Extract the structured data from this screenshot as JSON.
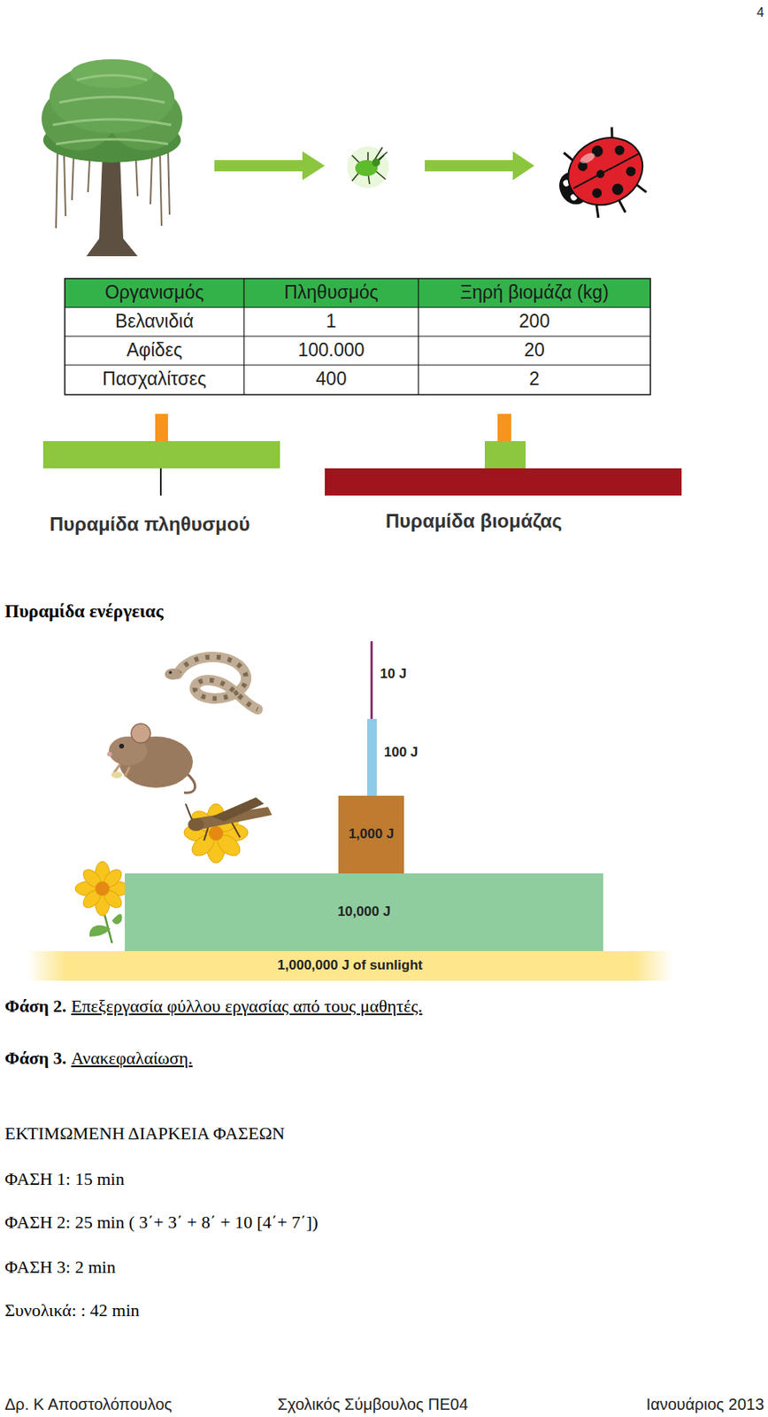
{
  "diagram": {
    "nodes": [
      {
        "text": [
          "10 J"
        ]
      },
      {
        "text": [
          "100 J"
        ]
      },
      {
        "text": [
          "1,000 J"
        ]
      },
      {
        "text": [
          "10,000 J"
        ]
      },
      {
        "text": [
          "1,000,000 J of sunlight"
        ]
      }
    ],
    "labels": [
      "4",
      "Οργανισμός",
      "Πληθυσμός",
      "Ξηρή βιομάζα (kg)",
      "Βελανιδιά",
      "1",
      "200",
      "Αφίδες",
      "100.000",
      "20",
      "Πασχαλίτσες",
      "400",
      "2",
      "Πυραμίδα πληθυσμού",
      "Πυραμίδα βιομάζας",
      "Πυραμίδα ενέργειας",
      "Φάση 2.",
      "Επεξεργασία φύλλου εργασίας από τους μαθητές.",
      "Φάση 3.",
      "Ανακεφαλαίωση.",
      "ΕΚΤΙΜΩΜΕΝΗ ΔΙΑΡΚΕΙΑ ΦΑΣΕΩΝ",
      "ΦΑΣΗ 1: 15 min",
      "ΦΑΣΗ 2: 25 min ( 3΄+ 3΄ + 8΄ + 10 [4΄+ 7΄])",
      "ΦΑΣΗ 3: 2 min",
      "Συνολικά: : 42 min",
      "Δρ. Κ Αποστολόπουλος",
      "Σχολικός Σύμβουλος ΠΕ04",
      "Ιανουάριος 2013"
    ]
  }
}
